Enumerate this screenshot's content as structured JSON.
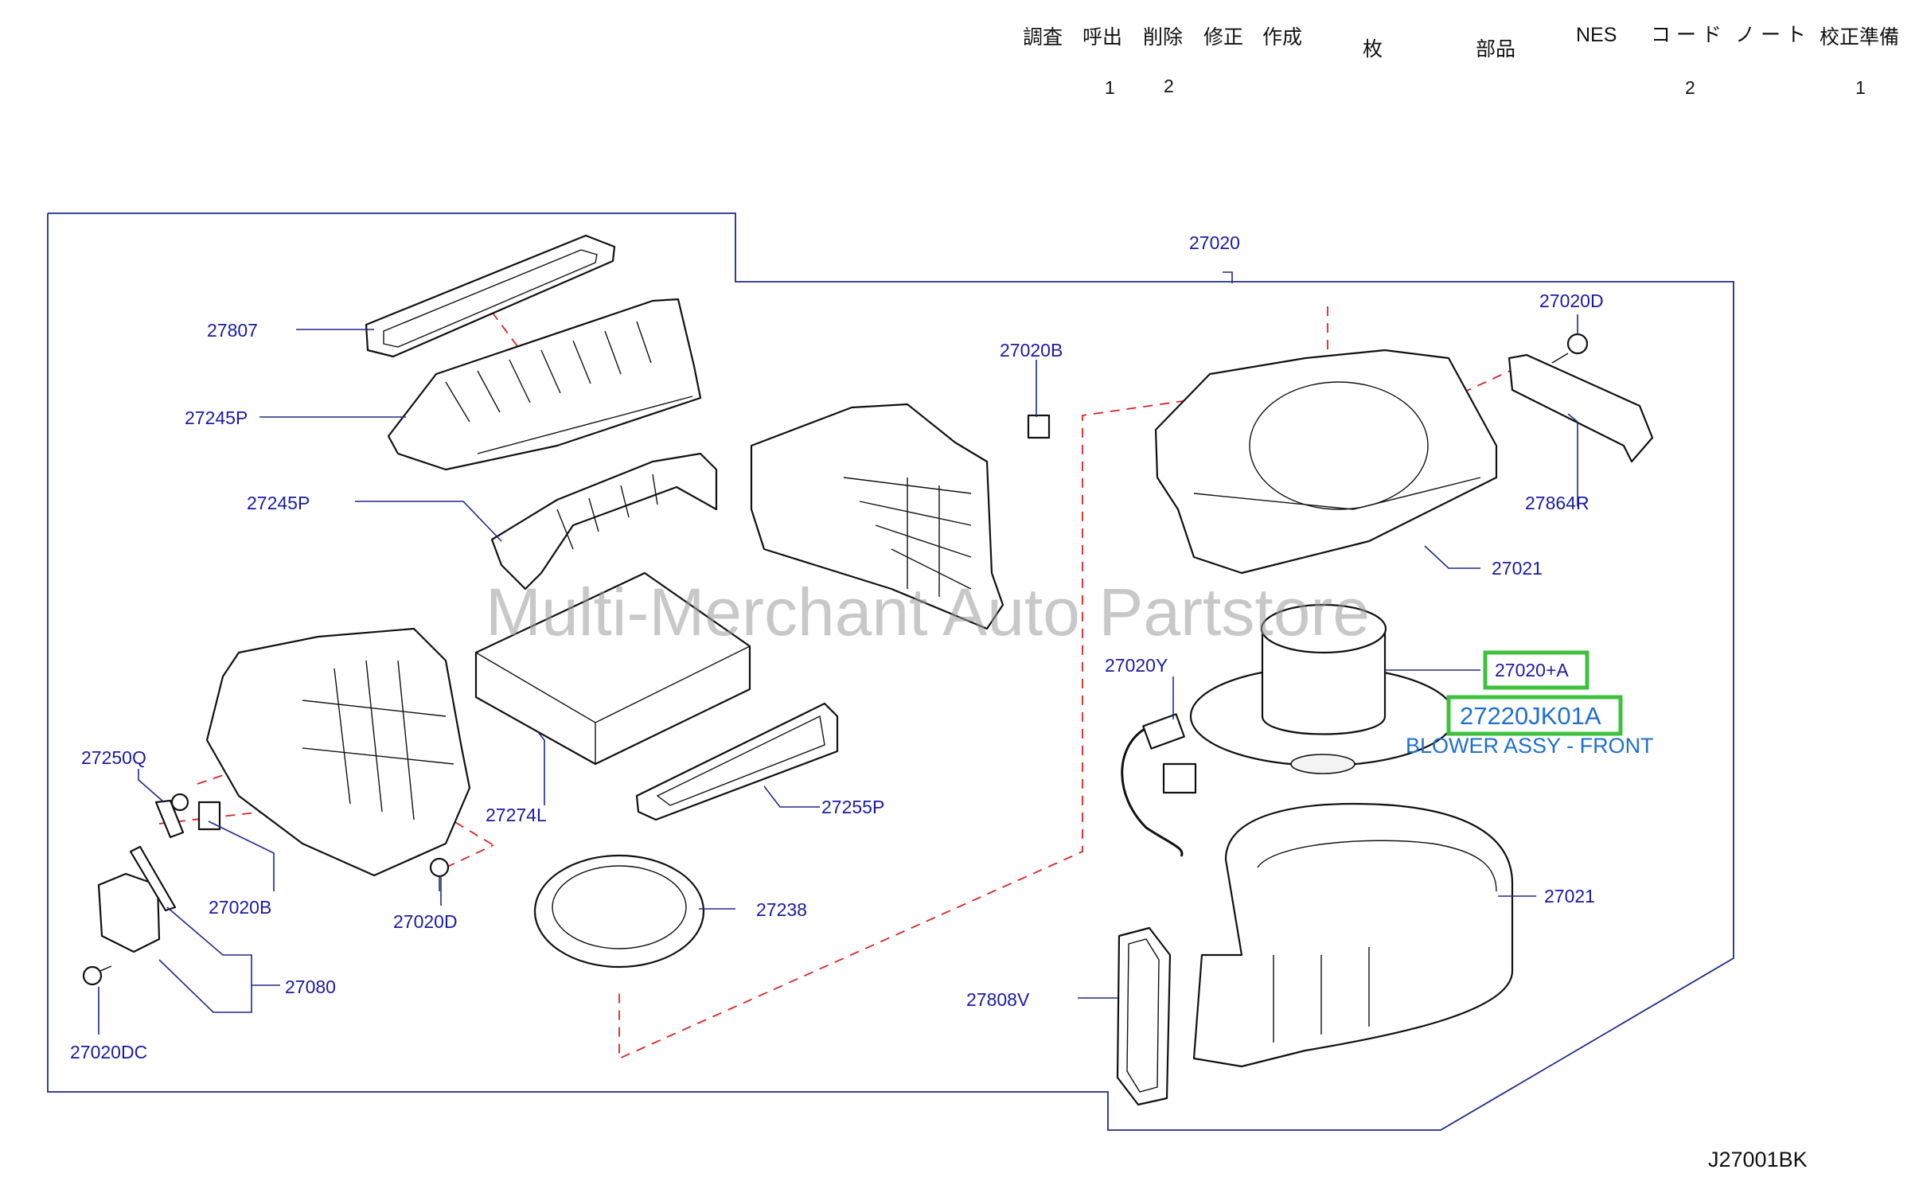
{
  "header": {
    "columns": [
      {
        "label": "調査",
        "value": ""
      },
      {
        "label": "呼出",
        "value": "1"
      },
      {
        "label": "削除",
        "value": "2"
      },
      {
        "label": "修正",
        "value": ""
      },
      {
        "label": "作成",
        "value": ""
      },
      {
        "label": "枚",
        "value": ""
      },
      {
        "label": "部品",
        "value": ""
      },
      {
        "label": "NES",
        "value": ""
      },
      {
        "label": "コ ー ド",
        "value": "2"
      },
      {
        "label": "ノ ー ト",
        "value": ""
      },
      {
        "label": "校正準備",
        "value": "1"
      }
    ]
  },
  "watermark": "Multi-Merchant Auto Partstore",
  "drawing_code": "J27001BK",
  "highlight": {
    "part_number": "27220JK01A",
    "description": "BLOWER ASSY - FRONT",
    "callout": "27020+A",
    "color": "#3ec23e"
  },
  "colors": {
    "label": "#1a1aa6",
    "leader": "#1e2a8a",
    "dashed": "#d8232a"
  },
  "callouts": {
    "c27020": "27020",
    "c27807": "27807",
    "c27245p_upper": "27245P",
    "c27245p_lower": "27245P",
    "c27020b_top": "27020B",
    "c27020d_top": "27020D",
    "c27864r": "27864R",
    "c27021_upper": "27021",
    "c27020y": "27020Y",
    "c27250q": "27250Q",
    "c27274l": "27274L",
    "c27255p": "27255P",
    "c27020b_bottom": "27020B",
    "c27020d_bottom": "27020D",
    "c27238": "27238",
    "c27021_lower": "27021",
    "c27080": "27080",
    "c27808v": "27808V",
    "c27020dc": "27020DC"
  }
}
